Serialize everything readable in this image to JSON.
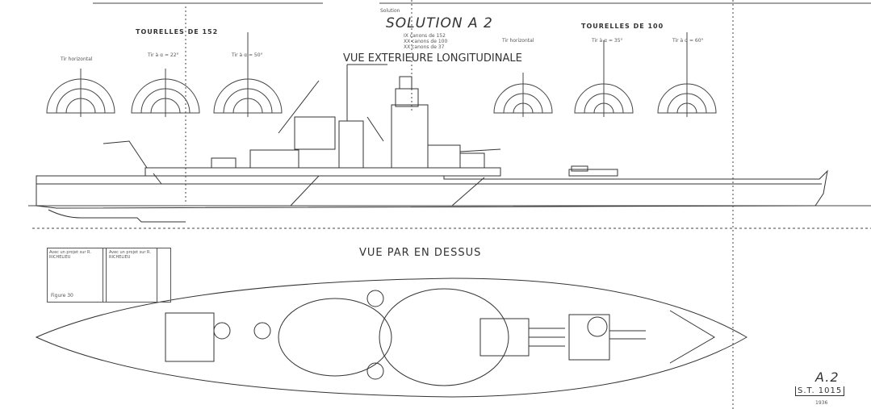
{
  "header": {
    "solution_prefix": "Solution",
    "solution": "SOLUTION A 2",
    "armament": [
      "IX canons de 152",
      "XX canons de 100",
      "XX canons de 37"
    ],
    "view_side": "VUE EXTERIEURE LONGITUDINALE",
    "view_top": "VUE PAR EN DESSUS"
  },
  "turrets_152": {
    "title": "TOURELLES DE 152",
    "labels": [
      "Tir horizontal",
      "Tir à α = 22°",
      "Tir à α = 50°"
    ]
  },
  "turrets_100": {
    "title": "TOURELLES DE 100",
    "labels": [
      "Tir horizontal",
      "Tir à α = 35°",
      "Tir à α = 60°"
    ]
  },
  "notes": {
    "left": "Avec un projet sur R. RICHELIEU",
    "right": "Avec un projet sur R. RICHELIEU",
    "footer": "Figure 30"
  },
  "title_block": {
    "sheet": "A.2",
    "ref": "S.T. 1015",
    "date": "1936"
  }
}
